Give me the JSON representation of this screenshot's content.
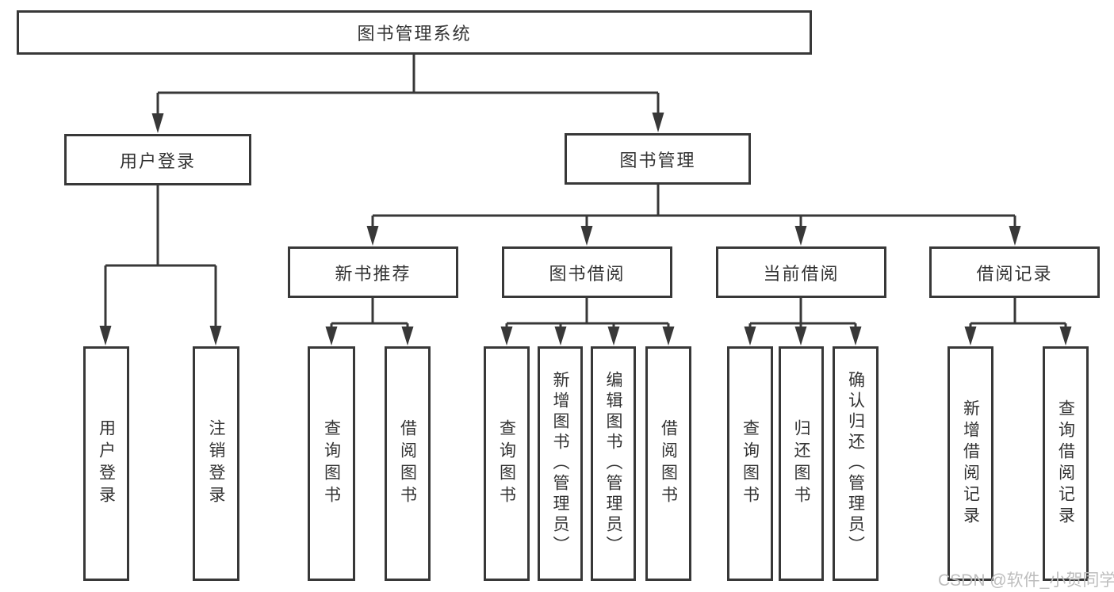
{
  "diagram": {
    "root": {
      "label": "图书管理系统"
    },
    "branches": [
      {
        "label": "用户登录",
        "children": [
          "用户登录",
          "注销登录"
        ]
      },
      {
        "label": "图书管理",
        "sections": [
          {
            "label": "新书推荐",
            "children": [
              "查询图书",
              "借阅图书"
            ]
          },
          {
            "label": "图书借阅",
            "children": [
              "查询图书",
              "新增图书（管理员）",
              "编辑图书（管理员）",
              "借阅图书"
            ]
          },
          {
            "label": "当前借阅",
            "children": [
              "查询图书",
              "归还图书",
              "确认归还（管理员）"
            ]
          },
          {
            "label": "借阅记录",
            "children": [
              "新增借阅记录",
              "查询借阅记录"
            ]
          }
        ]
      }
    ]
  },
  "watermark": {
    "text": "CSDN @软件_小贺同学"
  },
  "colors": {
    "line": "#383838",
    "box_border": "#383838",
    "text": "#333333",
    "watermark_gray": "#bdbdbd",
    "background": "#ffffff"
  }
}
